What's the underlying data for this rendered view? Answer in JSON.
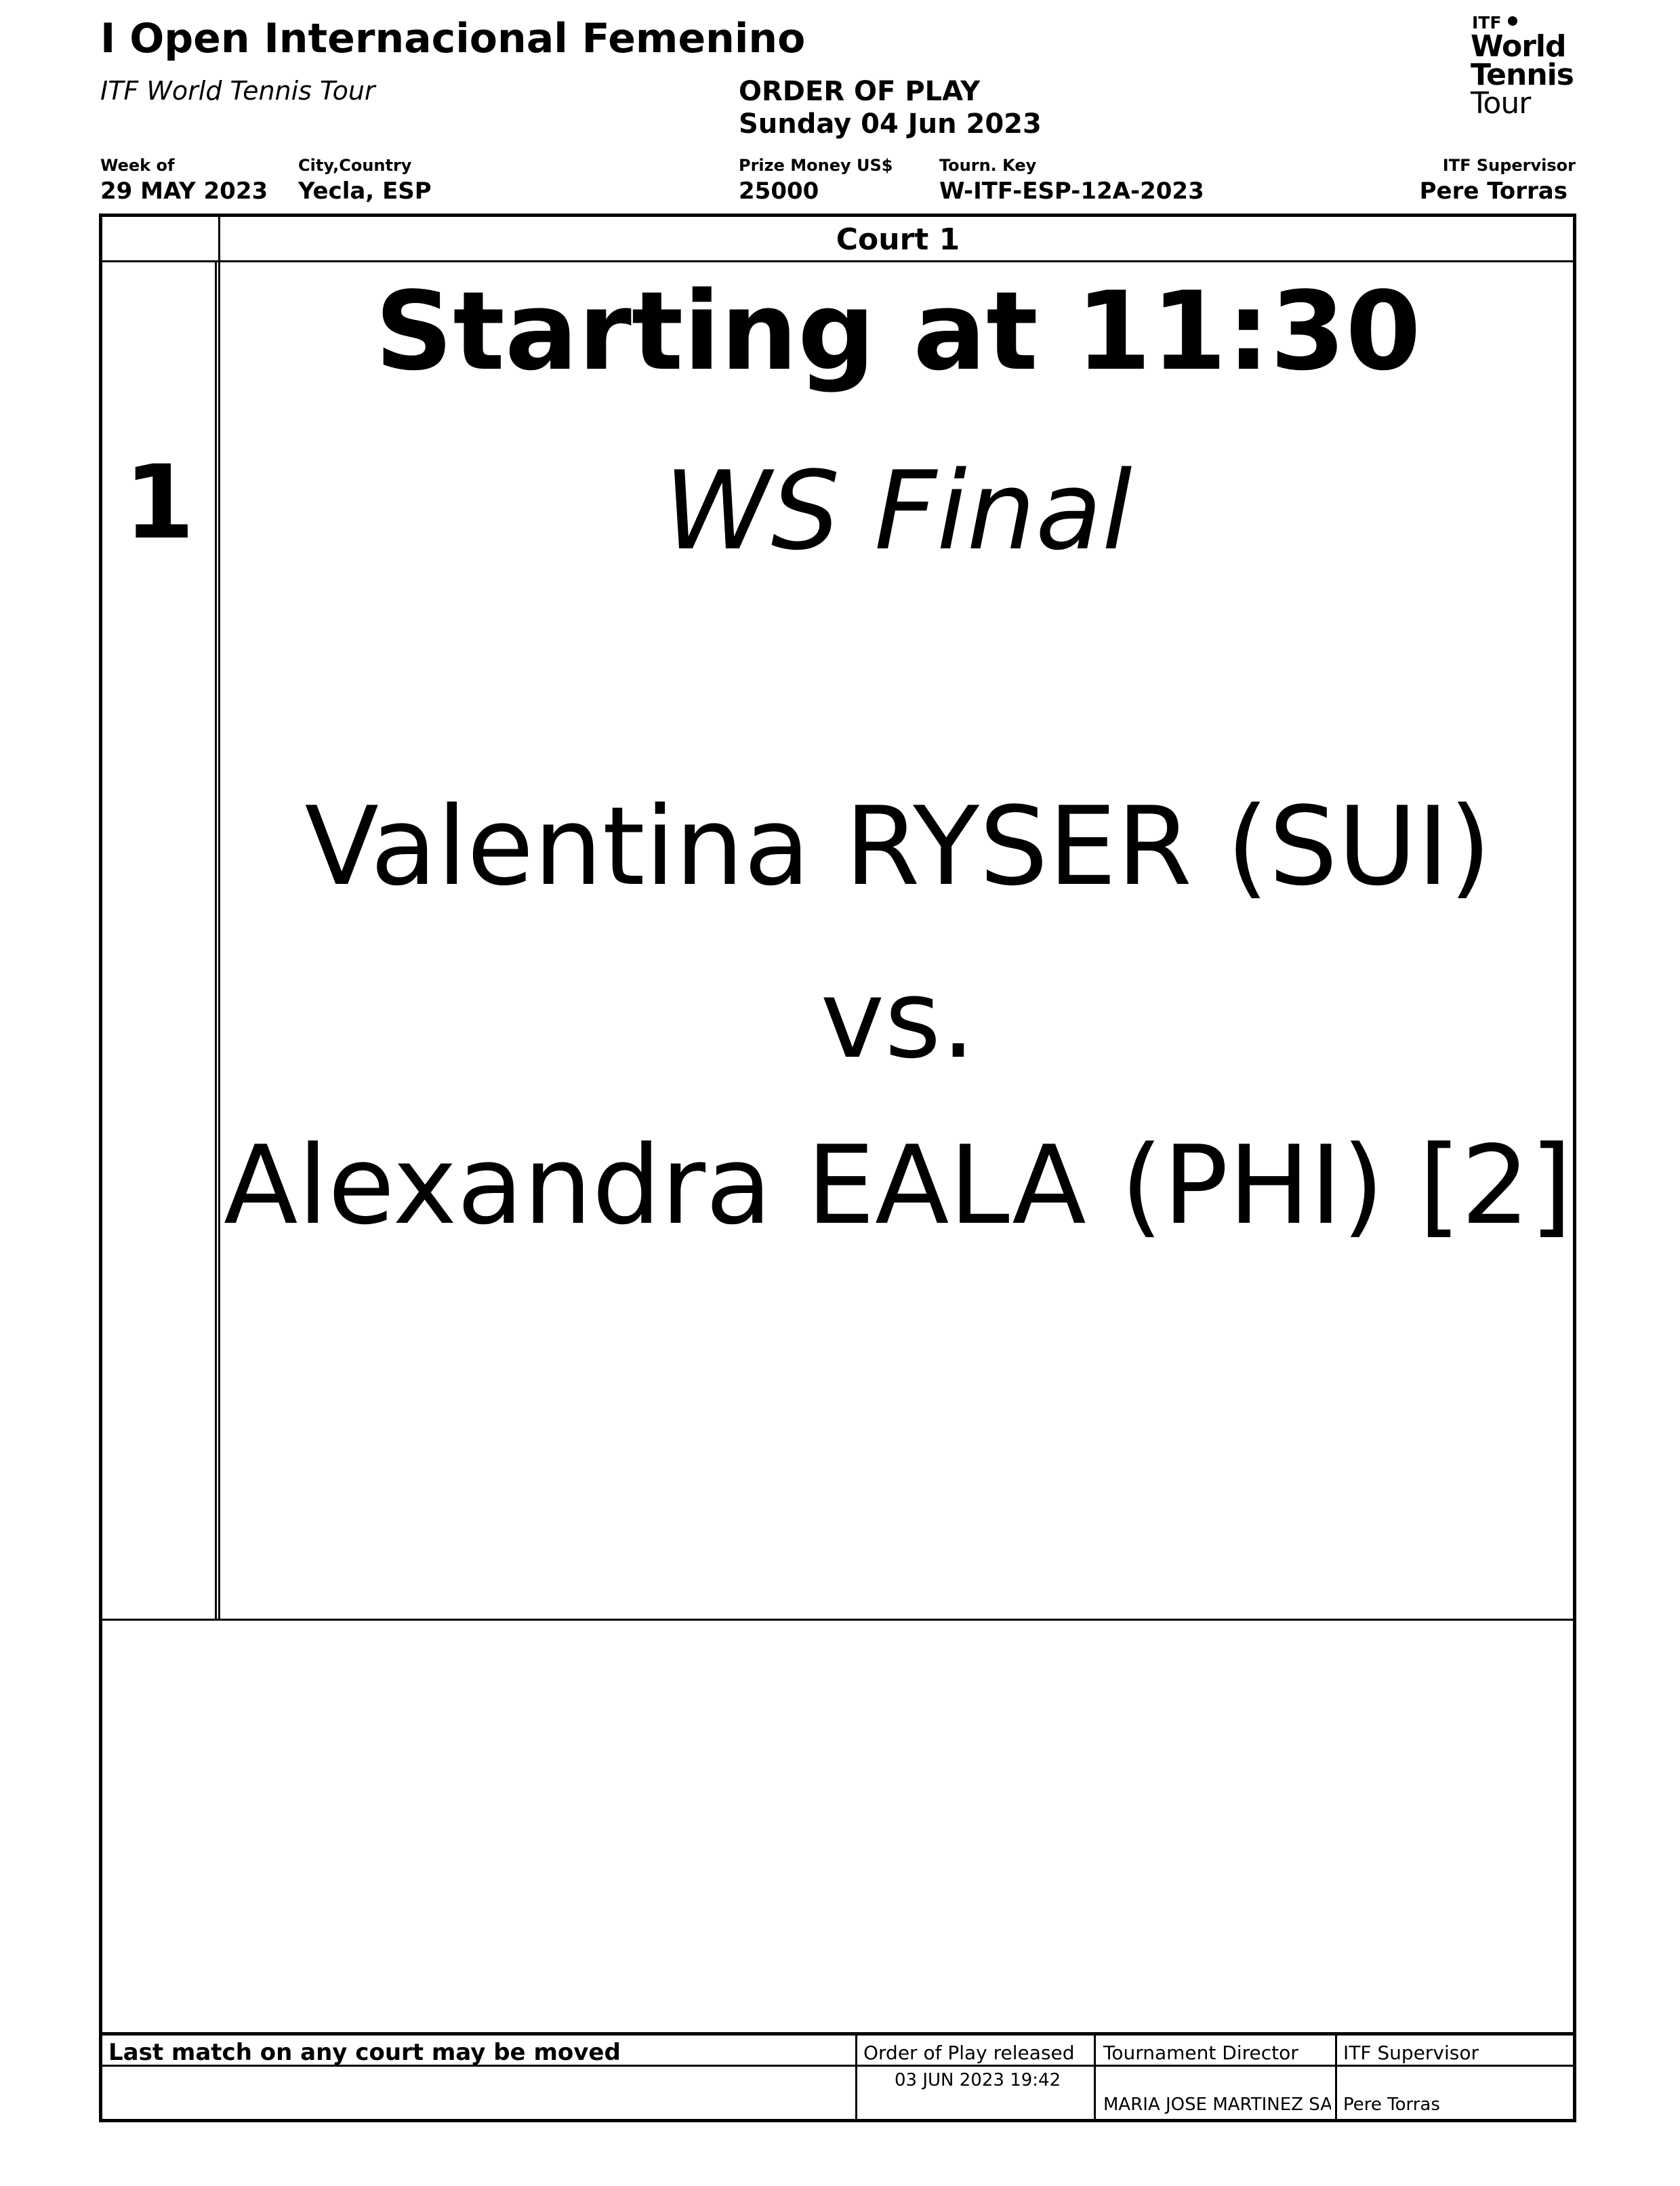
{
  "header": {
    "title": "I Open Internacional Femenino",
    "subtitle": "ITF World Tennis Tour",
    "oop_label": "ORDER OF PLAY",
    "oop_date": "Sunday 04 Jun 2023",
    "logo": {
      "itf": "ITF",
      "line1": "World",
      "line2": "Tennis",
      "line3": "Tour"
    }
  },
  "info": {
    "week_label": "Week of",
    "week_value": "29 MAY 2023",
    "city_label": "City,Country",
    "city_value": "Yecla, ESP",
    "prize_label": "Prize Money US$",
    "prize_value": "25000",
    "key_label": "Tourn. Key",
    "key_value": "W-ITF-ESP-12A-2023",
    "supervisor_label": "ITF Supervisor",
    "supervisor_value": "Pere Torras"
  },
  "court": {
    "name": "Court 1",
    "match_number": "1",
    "start_time": "Starting at 11:30",
    "round": "WS Final",
    "player1": "Valentina RYSER (SUI)",
    "vs": "vs.",
    "player2": "Alexandra EALA (PHI) [2]"
  },
  "footer": {
    "note": "Last match on any court may be moved",
    "released_label": "Order of Play released",
    "released_value": "03 JUN 2023 19:42",
    "director_label": "Tournament Director",
    "director_value": "MARIA JOSE MARTINEZ SANCHEZ",
    "supervisor_label": "ITF Supervisor",
    "supervisor_value": "Pere Torras"
  }
}
